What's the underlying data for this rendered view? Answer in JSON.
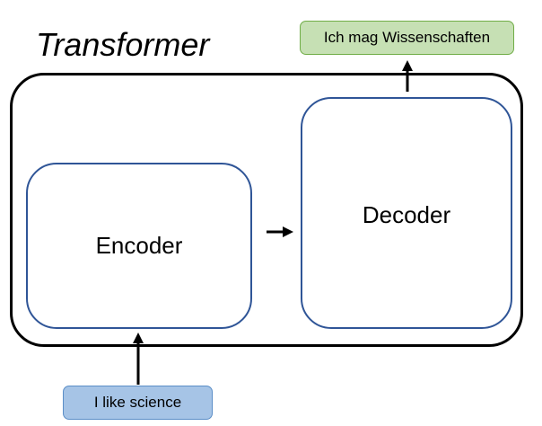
{
  "title": "Transformer",
  "encoder": {
    "label": "Encoder"
  },
  "decoder": {
    "label": "Decoder"
  },
  "input": {
    "text": "I like science"
  },
  "output": {
    "text": "Ich mag Wissenschaften"
  },
  "colors": {
    "block_border": "#2f5597",
    "outer_border": "#000000",
    "input_fill": "#a6c4e6",
    "input_border": "#5b8ec7",
    "output_fill": "#c6e0b4",
    "output_border": "#70ad47"
  }
}
